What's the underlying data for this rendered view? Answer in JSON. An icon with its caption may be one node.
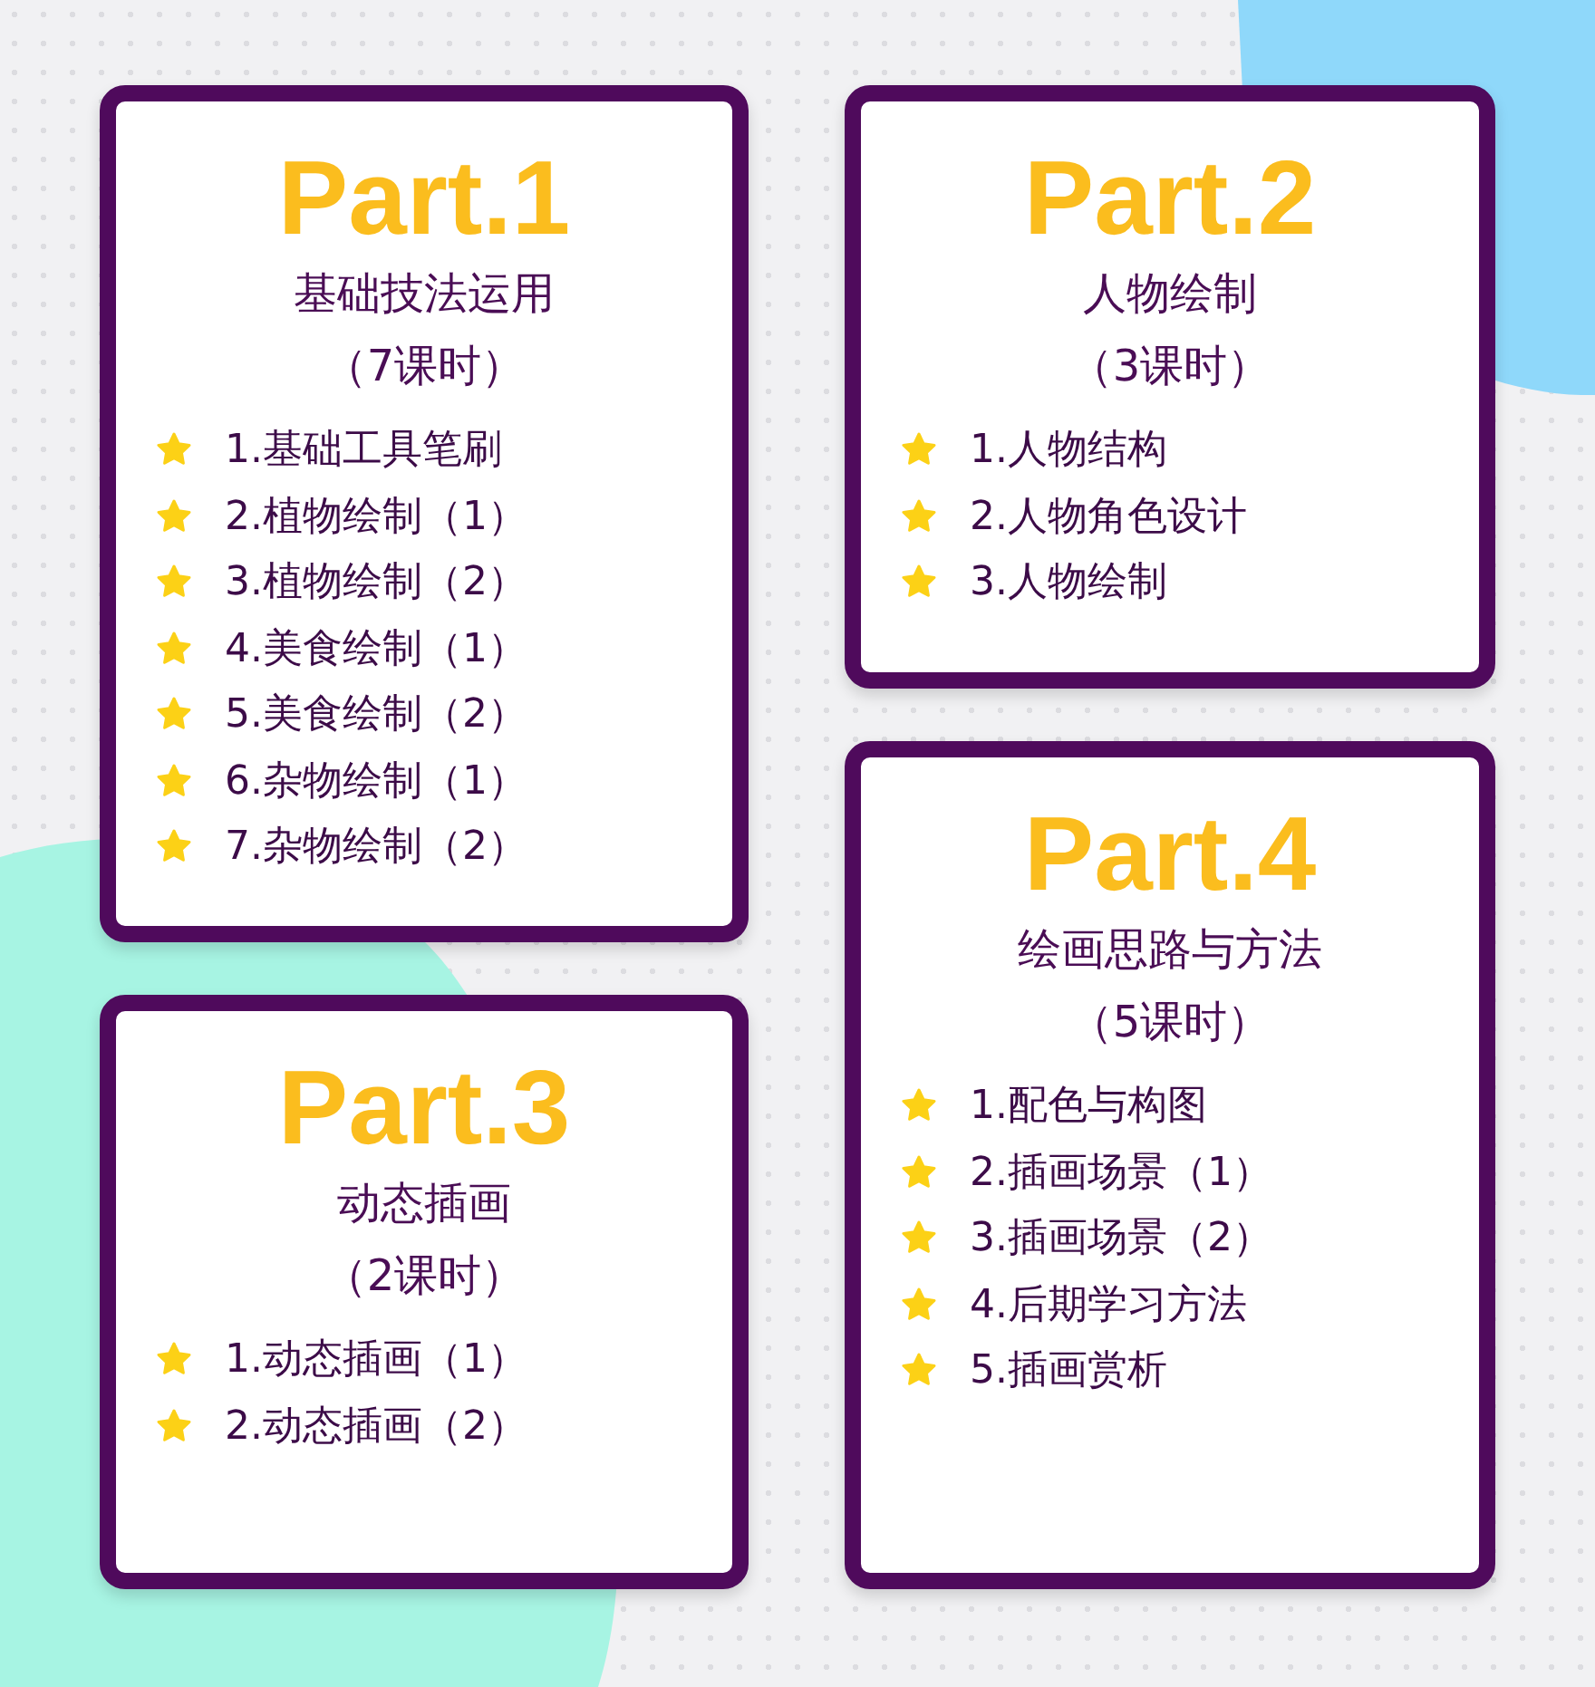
{
  "diagram": {
    "nodes": [
      {
        "text": [
          "Part.1",
          "基础技法运用",
          "（7课时）",
          "1.基础工具笔刷",
          "2.植物绘制（1）",
          "3.植物绘制（2）",
          "4.美食绘制（1）",
          "5.美食绘制（2）",
          "6.杂物绘制（1）",
          "7.杂物绘制（2）"
        ]
      },
      {
        "text": [
          "Part.2",
          "人物绘制",
          "（3课时）",
          "1.人物结构",
          "2.人物角色设计",
          "3.人物绘制"
        ]
      },
      {
        "text": [
          "Part.3",
          "动态插画",
          "（2课时）",
          "1.动态插画（1）",
          "2.动态插画（2）"
        ]
      },
      {
        "text": [
          "Part.4",
          "绘画思路与方法",
          "（5课时）",
          "1.配色与构图",
          "2.插画场景（1）",
          "3.插画场景（2）",
          "4.后期学习方法",
          "5.插画赏析"
        ]
      }
    ],
    "edges": []
  }
}
